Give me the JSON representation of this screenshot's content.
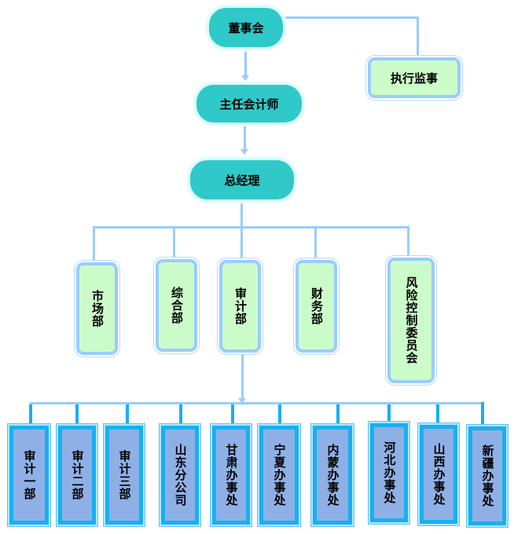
{
  "diagram": {
    "type": "org-chart",
    "colors": {
      "connector": "#99ccff",
      "bottom_connector": "#19aff0",
      "top_node_fill": "#2ec9c8",
      "mid_node_fill": "#ccfbca",
      "mid_node_border": "#99ccff",
      "bottom_node_fill": "#8fb0e6",
      "bottom_node_border": "#19aff0"
    },
    "top": {
      "board": "董事会",
      "supervisor": "执行监事",
      "chief_accountant": "主任会计师",
      "general_manager": "总经理"
    },
    "departments": [
      {
        "id": "market",
        "label": "市场部"
      },
      {
        "id": "general",
        "label": "综合部"
      },
      {
        "id": "audit",
        "label": "审计部"
      },
      {
        "id": "finance",
        "label": "财务部"
      },
      {
        "id": "risk",
        "label": "风险控制委员会"
      }
    ],
    "branches": [
      {
        "label": "审计一部"
      },
      {
        "label": "审计二部"
      },
      {
        "label": "审计三部"
      },
      {
        "label": "山东分公司"
      },
      {
        "label": "甘肃办事处"
      },
      {
        "label": "宁夏办事处"
      },
      {
        "label": "内蒙办事处"
      },
      {
        "label": "河北办事处"
      },
      {
        "label": "山西办事处"
      },
      {
        "label": "新疆办事处"
      }
    ]
  }
}
